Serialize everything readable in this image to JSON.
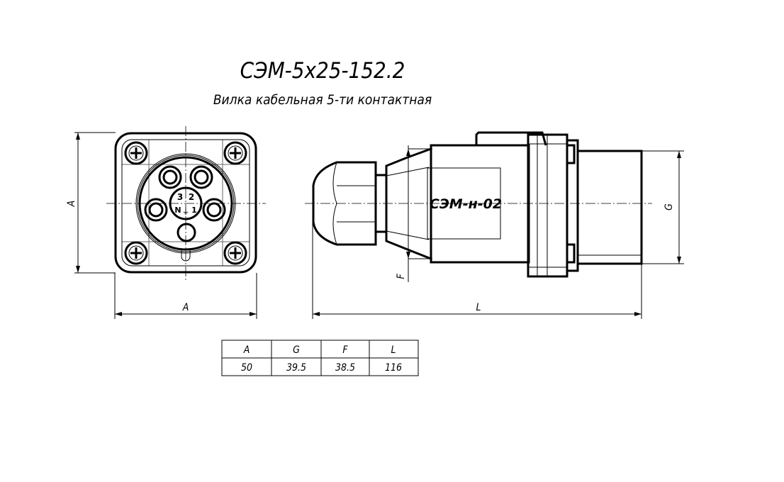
{
  "title": "СЭМ-5х25-152.2",
  "subtitle": "Вилка кабельная 5-ти контактная",
  "front_view": {
    "pin_labels": [
      "3",
      "2",
      "N",
      "1"
    ],
    "ground_symbol": "⏚"
  },
  "side_view": {
    "marking": "СЭМ-н-02"
  },
  "dimensions": {
    "A_vertical": "A",
    "A_horizontal": "A",
    "L": "L",
    "G": "G",
    "F": "F"
  },
  "table": {
    "headers": [
      "A",
      "G",
      "F",
      "L"
    ],
    "values": [
      "50",
      "39.5",
      "38.5",
      "116"
    ]
  }
}
